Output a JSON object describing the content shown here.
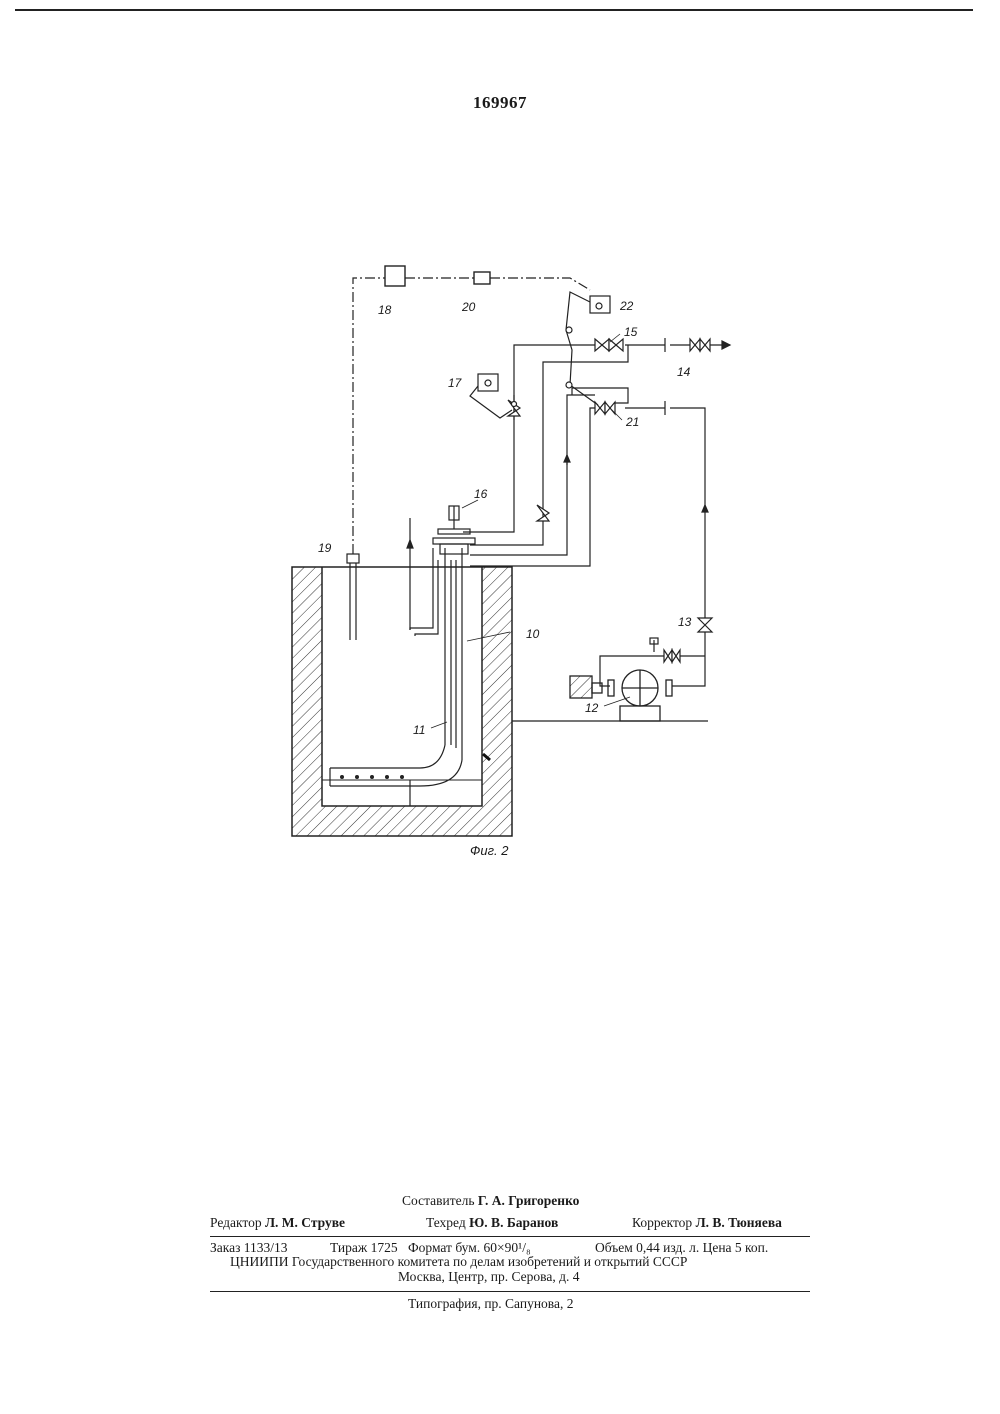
{
  "patent_number": "169967",
  "figure_caption": "Фиг. 2",
  "drawing_labels": {
    "l10": "10",
    "l11": "11",
    "l12": "12",
    "l13": "13",
    "l14": "14",
    "l15": "15",
    "l16": "16",
    "l17": "17",
    "l18": "18",
    "l19": "19",
    "l20": "20",
    "l21": "21",
    "l22": "22"
  },
  "footer": {
    "compiler_label": "Составитель",
    "compiler_name": "Г. А. Григоренко",
    "editor_label": "Редактор",
    "editor_name": "Л. М. Струве",
    "techred_label": "Техред",
    "techred_name": "Ю. В. Баранов",
    "corrector_label": "Корректор",
    "corrector_name": "Л. В. Тюняева",
    "order": "Заказ 1133/13",
    "print_run": "Тираж 1725",
    "format": "Формат бум. 60×90¹/₈",
    "volume_price": "Объем 0,44 изд. л. Цена 5 коп.",
    "institute": "ЦНИИПИ Государственного комитета по делам изобретений и открытий СССР",
    "address": "Москва, Центр, пр. Серова, д. 4",
    "printing": "Типография, пр. Сапунова, 2"
  }
}
